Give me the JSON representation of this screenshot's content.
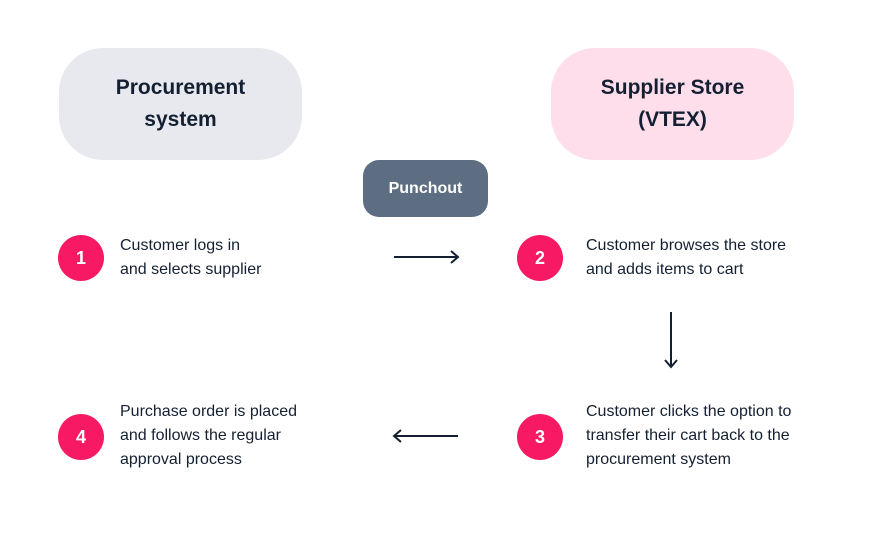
{
  "nodes": {
    "procurement": {
      "lines": [
        "Procurement",
        "system"
      ]
    },
    "supplier": {
      "lines": [
        "Supplier Store",
        "(VTEX)"
      ]
    },
    "punchout": {
      "label": "Punchout"
    }
  },
  "steps": [
    {
      "number": "1",
      "lines": [
        "Customer logs in",
        "and selects supplier"
      ]
    },
    {
      "number": "2",
      "lines": [
        "Customer browses the store",
        "and adds items to cart"
      ]
    },
    {
      "number": "3",
      "lines": [
        "Customer clicks the option to",
        "transfer their cart back to the",
        "procurement system"
      ]
    },
    {
      "number": "4",
      "lines": [
        "Purchase order is placed",
        "and follows the regular",
        "approval process"
      ]
    }
  ],
  "colors": {
    "procurement_bg": "#E7E9EE",
    "supplier_bg": "#FFDEEC",
    "punchout_bg": "#5E6E82",
    "badge": "#F71963",
    "text": "#142032"
  },
  "icons": {
    "arrow_1_2": "arrow-right",
    "arrow_2_3": "arrow-down",
    "arrow_3_4": "arrow-left"
  }
}
